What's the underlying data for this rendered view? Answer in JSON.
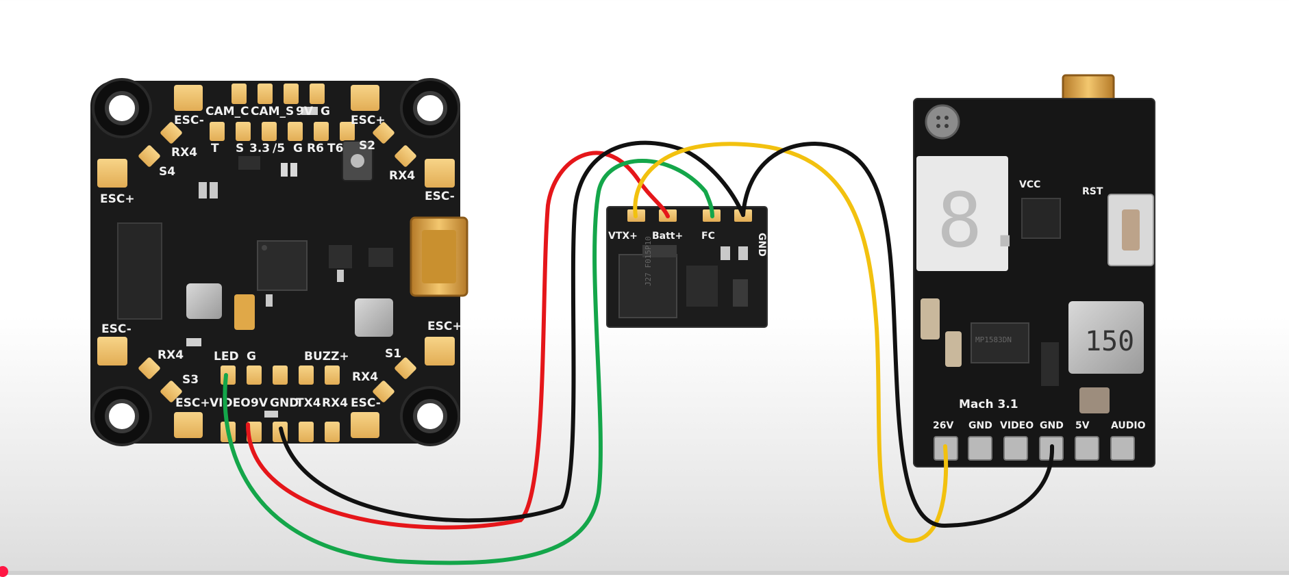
{
  "colors": {
    "background": "#ffffff",
    "pcb": "#1a1a1a",
    "pad": "#f2c36b",
    "silkscreen": "#f1f1f1",
    "wire_red": "#e5161a",
    "wire_black": "#111111",
    "wire_green": "#14a64a",
    "wire_yellow": "#f2c10f",
    "progress": "#ff1744"
  },
  "flight_controller": {
    "pad_labels": {
      "cam_c": "CAM_C",
      "cam_s": "CAM_S",
      "v9": "9V",
      "g_top": "G",
      "t": "T",
      "s": "S",
      "v33": "3.3",
      "v5": "/5",
      "g_mid": "G",
      "r6": "R6",
      "t6": "T6",
      "s2": "S2",
      "esc_minus_tl": "ESC-",
      "esc_plus_tr": "ESC+",
      "rx4_tl": "RX4",
      "s4": "S4",
      "rx4_tr": "RX4",
      "esc_plus_l": "ESC+",
      "esc_minus_r": "ESC-",
      "esc_minus_l": "ESC-",
      "esc_plus_r": "ESC+",
      "rx4_bl": "RX4",
      "led": "LED",
      "g_bot": "G",
      "buzz": "BUZZ+",
      "s1": "S1",
      "s3": "S3",
      "rx4_br": "RX4",
      "esc_plus_bl": "ESC+",
      "video": "VIDEO",
      "v9_bot": "9V",
      "gnd": "GND",
      "tx4": "TX4",
      "rx4_bot": "RX4",
      "esc_minus_br": "ESC-"
    }
  },
  "regulator": {
    "labels": {
      "vtx_plus": "VTX+",
      "batt_plus": "Batt+",
      "fc": "FC",
      "gnd": "GND"
    },
    "chip_marking": "J27 F015P10"
  },
  "vtx": {
    "model": "Mach 3.1",
    "vcc": "VCC",
    "rst": "RST",
    "inductor": "150",
    "display_digit": "8.",
    "chip_marking": "MP1583DN",
    "pin_labels": [
      "26V",
      "GND",
      "VIDEO",
      "GND",
      "5V",
      "AUDIO"
    ]
  }
}
